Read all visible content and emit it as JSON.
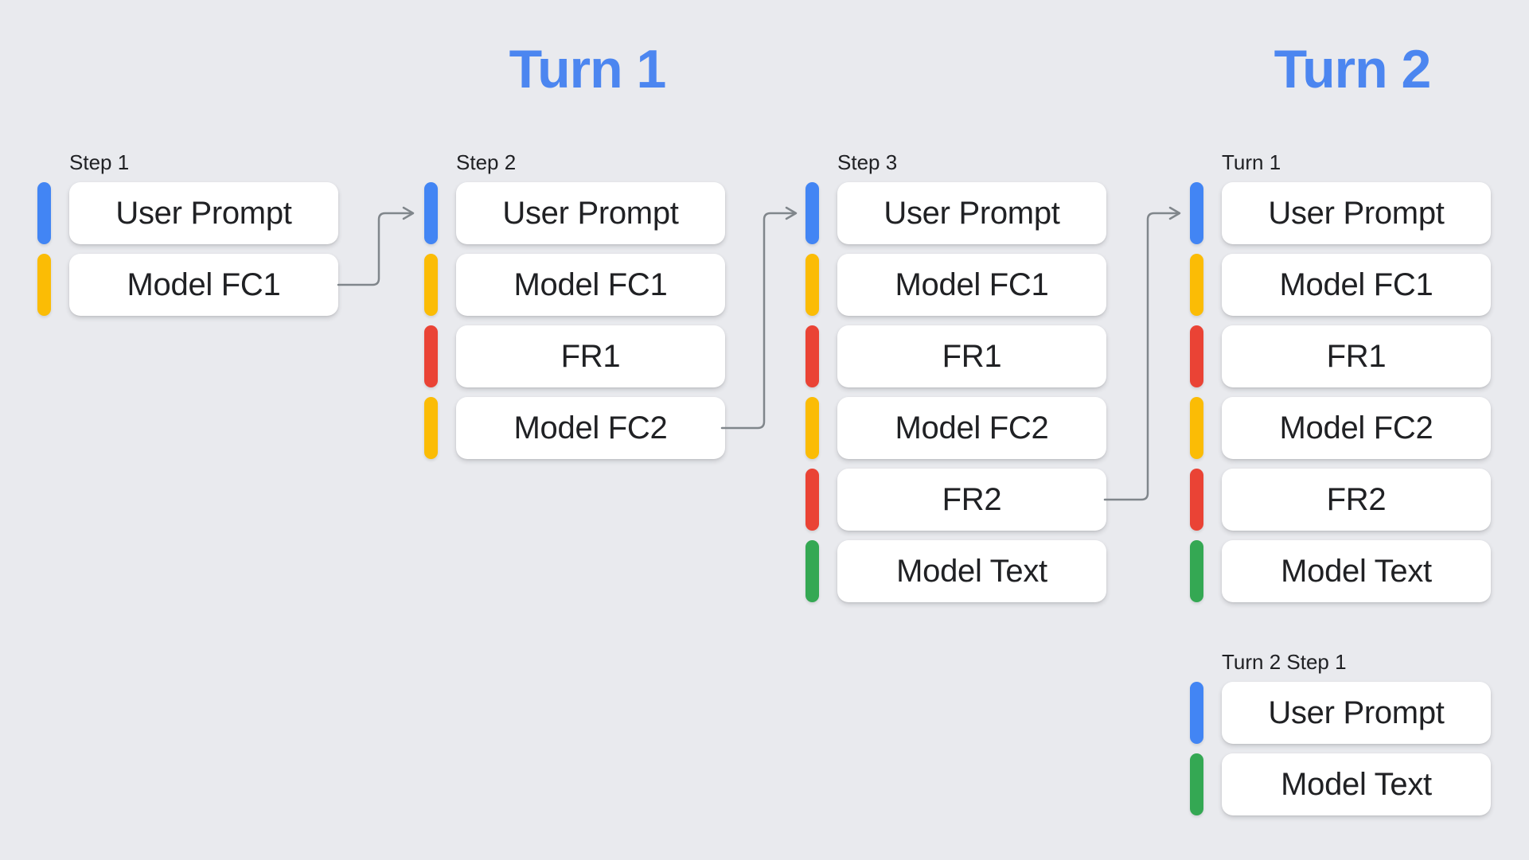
{
  "headers": {
    "turn1": "Turn 1",
    "turn2": "Turn 2"
  },
  "colors": {
    "user_prompt_blue": "#4285F4",
    "model_fc_yellow": "#FBBC05",
    "function_response_red": "#EA4335",
    "model_text_green": "#34A853",
    "header_blue": "#4C86F0",
    "arrow_gray": "#80868B",
    "background": "#E9EAEE",
    "card_background": "#FFFFFF",
    "text": "#202124"
  },
  "columns": [
    {
      "label": "Step 1",
      "cards": [
        {
          "type": "user-prompt",
          "label": "User Prompt"
        },
        {
          "type": "model-fc",
          "label": "Model FC1"
        }
      ]
    },
    {
      "label": "Step 2",
      "cards": [
        {
          "type": "user-prompt",
          "label": "User Prompt"
        },
        {
          "type": "model-fc",
          "label": "Model FC1"
        },
        {
          "type": "function-response",
          "label": "FR1"
        },
        {
          "type": "model-fc",
          "label": "Model FC2"
        }
      ]
    },
    {
      "label": "Step 3",
      "cards": [
        {
          "type": "user-prompt",
          "label": "User Prompt"
        },
        {
          "type": "model-fc",
          "label": "Model FC1"
        },
        {
          "type": "function-response",
          "label": "FR1"
        },
        {
          "type": "model-fc",
          "label": "Model FC2"
        },
        {
          "type": "function-response",
          "label": "FR2"
        },
        {
          "type": "model-text",
          "label": "Model Text"
        }
      ]
    },
    {
      "label": "Turn 1",
      "cards": [
        {
          "type": "user-prompt",
          "label": "User Prompt"
        },
        {
          "type": "model-fc",
          "label": "Model FC1"
        },
        {
          "type": "function-response",
          "label": "FR1"
        },
        {
          "type": "model-fc",
          "label": "Model FC2"
        },
        {
          "type": "function-response",
          "label": "FR2"
        },
        {
          "type": "model-text",
          "label": "Model Text"
        }
      ]
    },
    {
      "label": "Turn 2 Step 1",
      "cards": [
        {
          "type": "user-prompt",
          "label": "User Prompt"
        },
        {
          "type": "model-text",
          "label": "Model Text"
        }
      ]
    }
  ]
}
